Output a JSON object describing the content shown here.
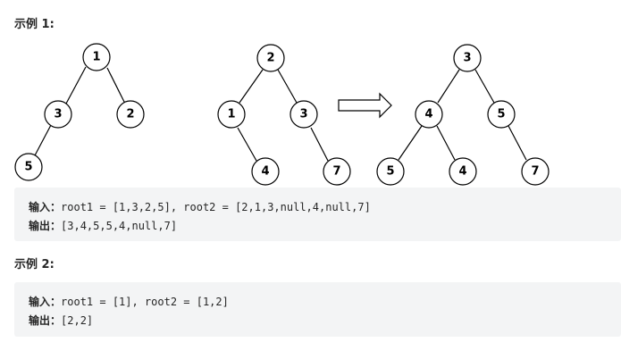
{
  "example1": {
    "heading": "示例 1:",
    "tree1": {
      "values": [
        "1",
        "3",
        "2",
        "5"
      ]
    },
    "tree2": {
      "values": [
        "2",
        "1",
        "3",
        "4",
        "7"
      ]
    },
    "merged": {
      "values": [
        "3",
        "4",
        "5",
        "5",
        "4",
        "7"
      ]
    },
    "input_label": "输入：",
    "input_text": "root1 = [1,3,2,5], root2 = [2,1,3,null,4,null,7]",
    "output_label": "输出：",
    "output_text": "[3,4,5,5,4,null,7]"
  },
  "example2": {
    "heading": "示例 2:",
    "input_label": "输入：",
    "input_text": "root1 = [1], root2 = [1,2]",
    "output_label": "输出：",
    "output_text": "[2,2]"
  },
  "colors": {
    "code_background": "#f3f4f5",
    "node_stroke": "#000000",
    "text": "#262626"
  }
}
